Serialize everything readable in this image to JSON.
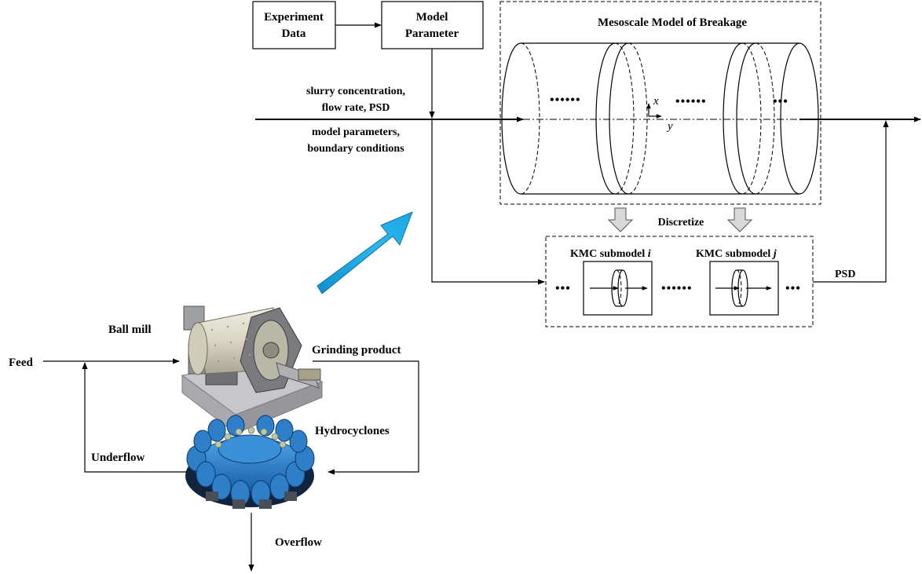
{
  "boxes": {
    "experiment_data": [
      "Experiment",
      "Data"
    ],
    "model_parameter": [
      "Model",
      "Parameter"
    ]
  },
  "mesoscale": {
    "title": "Mesoscale Model of Breakage",
    "axis_x": "x",
    "axis_y": "y",
    "dots_left": "••••••",
    "dots_mid": "••••••",
    "dots_right": "•••"
  },
  "inputs": {
    "top": [
      "slurry concentration,",
      "flow rate, PSD"
    ],
    "bottom": [
      "model parameters,",
      "boundary conditions"
    ]
  },
  "discretize": "Discretize",
  "kmc": {
    "submodel_i": "KMC submodel i",
    "submodel_j": "KMC submodel j",
    "dots_left": "•••",
    "dots_mid": "••••••",
    "dots_right": "•••",
    "output": "PSD"
  },
  "circuit": {
    "ball_mill": "Ball mill",
    "feed": "Feed",
    "grinding_product": "Grinding product",
    "hydrocyclones": "Hydrocyclones",
    "underflow": "Underflow",
    "overflow": "Overflow"
  },
  "colors": {
    "big_arrow": "#1ba6e0",
    "mill_body": "#d8d6c2",
    "cyclone": "#2f7fc8"
  }
}
